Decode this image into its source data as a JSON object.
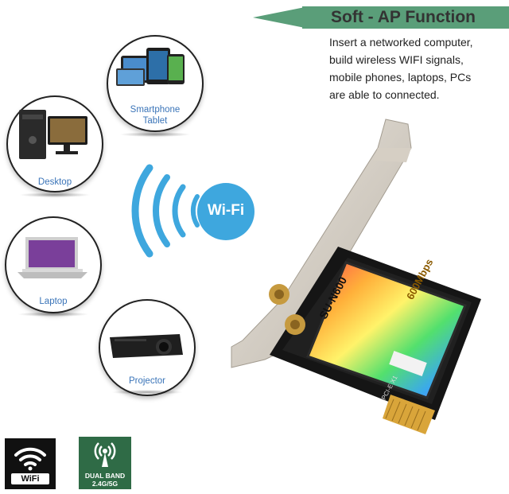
{
  "header": {
    "title": "Soft - AP Function",
    "description_lines": [
      "Insert a networked computer,",
      "build wireless WIFI signals,",
      "mobile phones, laptops, PCs",
      "are able to connected."
    ]
  },
  "devices": [
    {
      "label_lines": [
        "Smartphone",
        "Tablet"
      ],
      "icon": "phone-tablet-icon"
    },
    {
      "label_lines": [
        "Desktop"
      ],
      "icon": "desktop-icon"
    },
    {
      "label_lines": [
        "Laptop"
      ],
      "icon": "laptop-icon"
    },
    {
      "label_lines": [
        "Projector"
      ],
      "icon": "projector-icon"
    }
  ],
  "wifi_bubble": {
    "text": "Wi-Fi"
  },
  "card": {
    "model": "SU-N600",
    "speed": "600Mbps",
    "bus": "PCI-E X1"
  },
  "badges": {
    "wifi": "WiFi",
    "dual_band_line1": "DUAL BAND",
    "dual_band_line2": "2.4G/5G"
  },
  "colors": {
    "banner": "#5a9e79",
    "accent_blue": "#3ea7de",
    "label_blue": "#3a74b8",
    "dual_band_green": "#2f6b46"
  }
}
